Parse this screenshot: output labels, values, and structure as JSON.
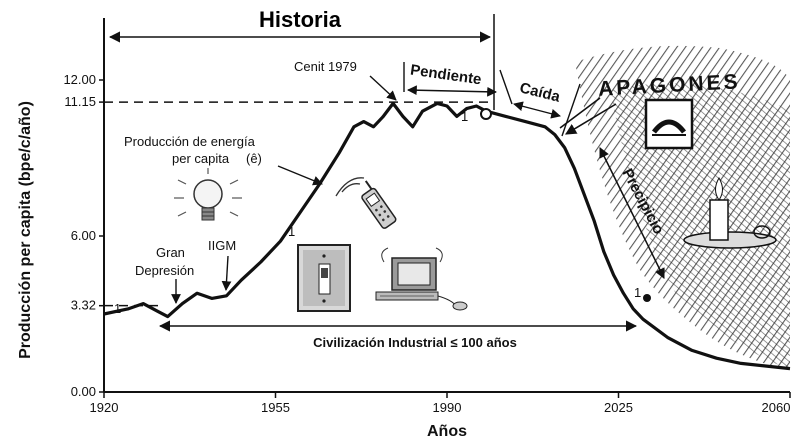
{
  "chart_data": {
    "type": "line",
    "title": "Historia",
    "xlabel": "Años",
    "ylabel": "Producción per capita (bpe/c/año)",
    "xlim": [
      1920,
      2060
    ],
    "ylim": [
      0,
      12
    ],
    "x_ticks": [
      "1920",
      "1955",
      "1990",
      "2025",
      "2060"
    ],
    "y_ticks": [
      "0.00",
      "3.32",
      "6.00",
      "11.15",
      "12.00"
    ],
    "grid": false,
    "reference_lines": [
      {
        "label": "3.32",
        "y": 3.32
      },
      {
        "label": "11.15",
        "y": 11.15
      }
    ],
    "series": [
      {
        "x": [
          1920,
          1925,
          1928,
          1931,
          1933,
          1936,
          1939,
          1942,
          1945,
          1948,
          1952,
          1956,
          1960,
          1964,
          1968,
          1971,
          1973,
          1975,
          1977,
          1979,
          1981,
          1983,
          1985,
          1988,
          1990,
          1992,
          1994,
          1996,
          1998,
          2002,
          2006,
          2010,
          2012,
          2014,
          2016,
          2018,
          2020,
          2022,
          2024,
          2026,
          2028,
          2030,
          2035,
          2040,
          2045,
          2050,
          2055,
          2060
        ],
        "values": [
          3.0,
          3.2,
          3.4,
          3.1,
          2.9,
          3.4,
          3.8,
          3.6,
          3.7,
          4.3,
          5.0,
          5.8,
          6.9,
          8.0,
          9.2,
          10.2,
          10.4,
          10.2,
          10.6,
          11.1,
          10.6,
          10.2,
          10.8,
          11.1,
          11.0,
          10.6,
          10.9,
          11.0,
          10.8,
          10.6,
          10.4,
          10.2,
          9.9,
          9.4,
          8.6,
          7.6,
          6.6,
          5.4,
          4.5,
          3.8,
          3.2,
          2.8,
          2.1,
          1.6,
          1.3,
          1.1,
          1.0,
          0.9
        ]
      }
    ],
    "annotations": {
      "cenit": "Cenit 1979",
      "pendiente": "Pendiente",
      "caida": "Caída",
      "apagones": "APAGONES",
      "precipicio": "Precipicio",
      "energia_line1": "Producción de energía",
      "energia_line2": "per capita",
      "energia_symbol": "(ê)",
      "gran": "Gran",
      "depresion": "Depresión",
      "iigm": "IIGM",
      "civilizacion": "Civilización Industrial ≤ 100 años",
      "marker": "1"
    },
    "icons": [
      "light-bulb-icon",
      "cell-phone-icon",
      "light-switch-icon",
      "computer-icon",
      "candle-icon",
      "sun-dome-icon"
    ]
  }
}
